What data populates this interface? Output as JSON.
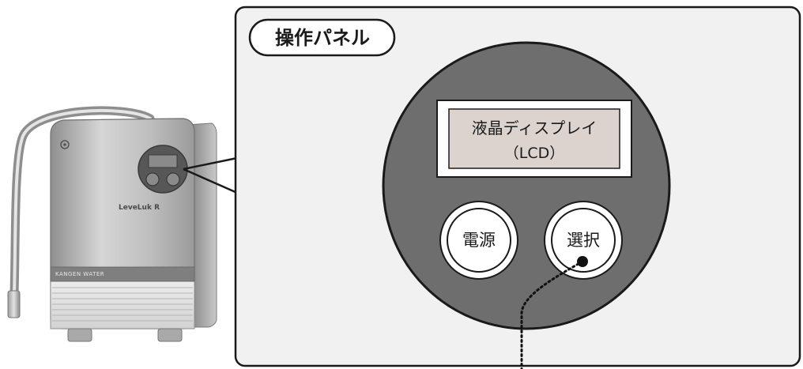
{
  "panel": {
    "tag": "操作パネル",
    "display_line1": "液晶ディスプレイ",
    "display_line2": "（LCD）",
    "power_button": "電源",
    "select_button": "選択"
  },
  "device": {
    "brand_label": "LeveLuk R",
    "strip_label": "KANGEN WATER"
  },
  "colors": {
    "panel_disc": "#6e6e6e",
    "display_fill": "#dcd3cf",
    "device_body": "#b8b8b8",
    "outline": "#1a1a1a"
  }
}
